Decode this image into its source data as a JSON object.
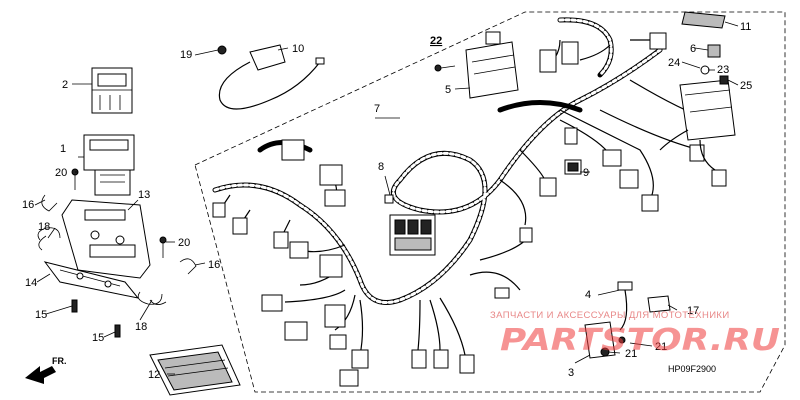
{
  "diagram_code": "HP09F2900",
  "front_label": "FR.",
  "watermark": {
    "tagline": "ЗАПЧАСТИ И АКСЕССУАРЫ ДЛЯ МОТОТЕХНИКИ",
    "brand": "PARTSTOR.RU"
  },
  "callouts": [
    "1",
    "2",
    "3",
    "4",
    "5",
    "6",
    "7",
    "8",
    "9",
    "10",
    "11",
    "12",
    "13",
    "14",
    "15",
    "15",
    "16",
    "16",
    "17",
    "18",
    "18",
    "19",
    "20",
    "20",
    "21",
    "21",
    "22",
    "23",
    "24",
    "25"
  ],
  "colors": {
    "line": "#000000",
    "watermark": "#ee3b3b"
  }
}
